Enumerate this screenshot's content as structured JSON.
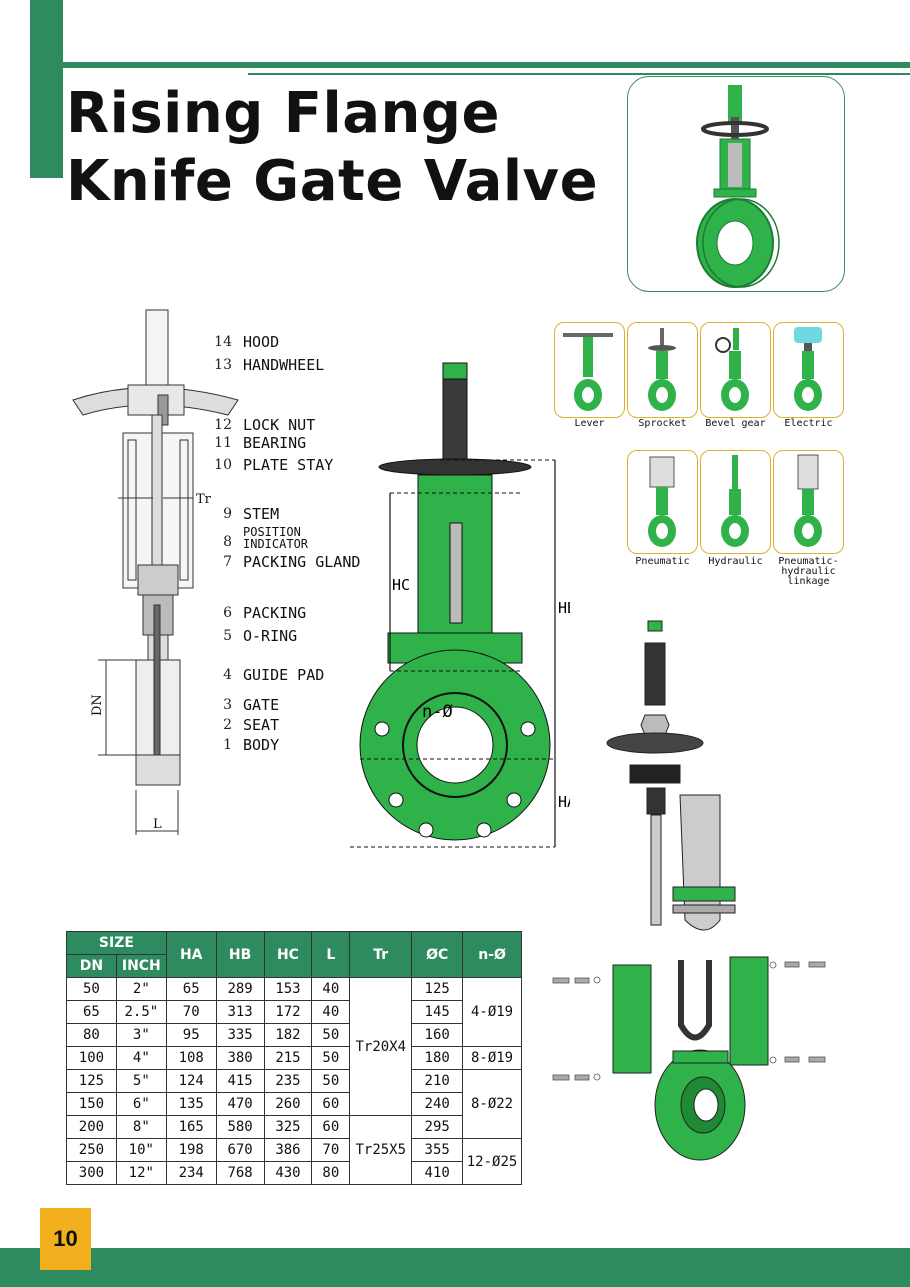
{
  "title": {
    "line1": "Rising Flange",
    "line2": "Knife Gate Valve"
  },
  "page_number": "10",
  "parts": [
    {
      "num": "14",
      "name": "HOOD"
    },
    {
      "num": "13",
      "name": "HANDWHEEL"
    },
    {
      "num": "12",
      "name": "LOCK NUT"
    },
    {
      "num": "11",
      "name": "BEARING"
    },
    {
      "num": "10",
      "name": "PLATE STAY"
    },
    {
      "num": "9",
      "name": "STEM"
    },
    {
      "num": "8",
      "name": "POSITION",
      "name2": "INDICATOR"
    },
    {
      "num": "7",
      "name": "PACKING GLAND"
    },
    {
      "num": "6",
      "name": "PACKING"
    },
    {
      "num": "5",
      "name": "O-RING"
    },
    {
      "num": "4",
      "name": "GUIDE PAD"
    },
    {
      "num": "3",
      "name": "GATE"
    },
    {
      "num": "2",
      "name": "SEAT"
    },
    {
      "num": "1",
      "name": "BODY"
    }
  ],
  "section_labels": {
    "tr": "Tr",
    "dn": "DN",
    "l": "L"
  },
  "dimension_labels": {
    "hc": "HC",
    "hb": "HB",
    "ha": "HA",
    "nd": "n-Ø"
  },
  "actuators": [
    {
      "label": "Lever"
    },
    {
      "label": "Sprocket"
    },
    {
      "label": "Bevel gear"
    },
    {
      "label": "Electric"
    },
    {
      "label": "Pneumatic"
    },
    {
      "label": "Hydraulic"
    },
    {
      "label": "Pneumatic-",
      "label2": "hydraulic",
      "label3": "linkage"
    }
  ],
  "table": {
    "size_header": "SIZE",
    "dn_header": "DN",
    "inch_header": "INCH",
    "columns": [
      "HA",
      "HB",
      "HC",
      "L",
      "Tr",
      "ØC",
      "n-Ø"
    ],
    "rows": [
      {
        "dn": "50",
        "inch": "2\"",
        "ha": "65",
        "hb": "289",
        "hc": "153",
        "l": "40",
        "c": "125"
      },
      {
        "dn": "65",
        "inch": "2.5\"",
        "ha": "70",
        "hb": "313",
        "hc": "172",
        "l": "40",
        "c": "145"
      },
      {
        "dn": "80",
        "inch": "3\"",
        "ha": "95",
        "hb": "335",
        "hc": "182",
        "l": "50",
        "c": "160"
      },
      {
        "dn": "100",
        "inch": "4\"",
        "ha": "108",
        "hb": "380",
        "hc": "215",
        "l": "50",
        "c": "180"
      },
      {
        "dn": "125",
        "inch": "5\"",
        "ha": "124",
        "hb": "415",
        "hc": "235",
        "l": "50",
        "c": "210"
      },
      {
        "dn": "150",
        "inch": "6\"",
        "ha": "135",
        "hb": "470",
        "hc": "260",
        "l": "60",
        "c": "240"
      },
      {
        "dn": "200",
        "inch": "8\"",
        "ha": "165",
        "hb": "580",
        "hc": "325",
        "l": "60",
        "c": "295"
      },
      {
        "dn": "250",
        "inch": "10\"",
        "ha": "198",
        "hb": "670",
        "hc": "386",
        "l": "70",
        "c": "355"
      },
      {
        "dn": "300",
        "inch": "12\"",
        "ha": "234",
        "hb": "768",
        "hc": "430",
        "l": "80",
        "c": "410"
      }
    ],
    "tr_groups": [
      "Tr20X4",
      "Tr25X5"
    ],
    "nd_groups": [
      "4-Ø19",
      "8-Ø19",
      "8-Ø22",
      "12-Ø25"
    ]
  },
  "colors": {
    "brand_green": "#2e8b5f",
    "valve_green": "#2fb24a",
    "accent_yellow": "#f2b01e"
  }
}
